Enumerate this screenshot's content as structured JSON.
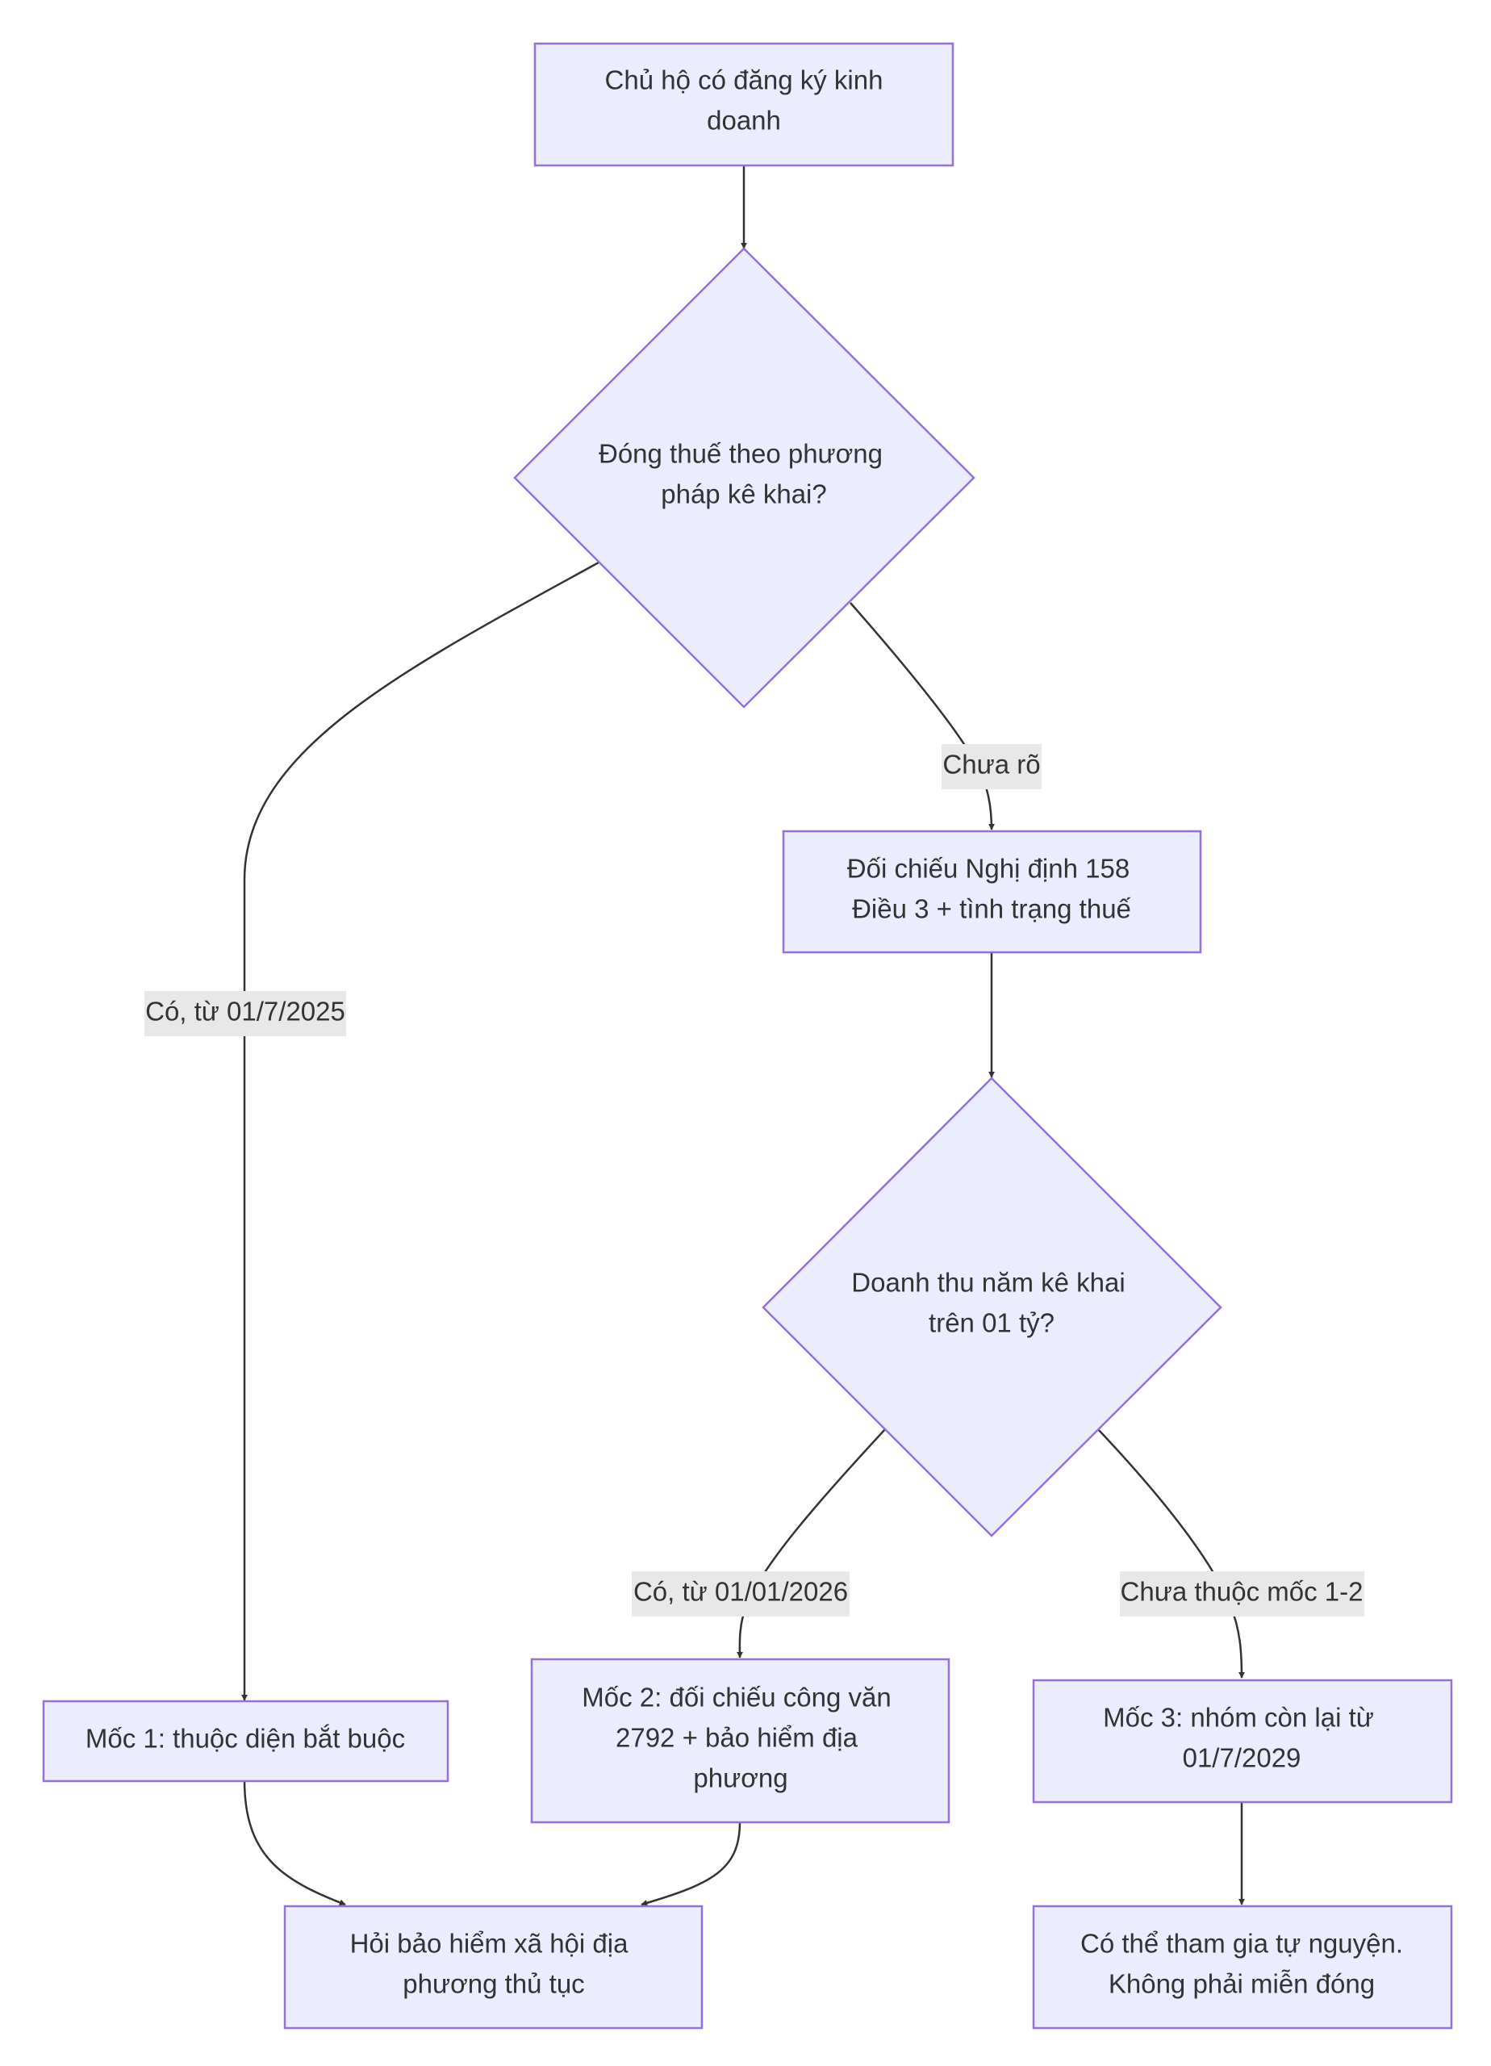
{
  "nodes": {
    "start": {
      "lines": [
        "Chủ hộ có đăng ký kinh",
        "doanh"
      ]
    },
    "q_tax_method": {
      "lines": [
        "Đóng thuế theo phương",
        "pháp kê khai?"
      ]
    },
    "compare_decree": {
      "lines": [
        "Đối chiếu Nghị định 158",
        "Điều 3 + tình trạng thuế"
      ]
    },
    "q_revenue": {
      "lines": [
        "Doanh thu năm kê khai",
        "trên 01 tỷ?"
      ]
    },
    "milestone_1": {
      "lines": [
        "Mốc 1: thuộc diện bắt buộc"
      ]
    },
    "milestone_2": {
      "lines": [
        "Mốc 2: đối chiếu công văn",
        "2792 + bảo hiểm địa",
        "phương"
      ]
    },
    "milestone_3": {
      "lines": [
        "Mốc 3: nhóm còn lại từ",
        "01/7/2029"
      ]
    },
    "ask_insurance": {
      "lines": [
        "Hỏi bảo hiểm xã hội địa",
        "phương thủ tục"
      ]
    },
    "voluntary": {
      "lines": [
        "Có thể tham gia tự nguyện.",
        "Không phải miễn đóng"
      ]
    }
  },
  "edge_labels": {
    "unclear": "Chưa rõ",
    "yes_2025": "Có, từ 01/7/2025",
    "yes_2026": "Có, từ 01/01/2026",
    "not_1_2": "Chưa thuộc mốc 1-2"
  },
  "colors": {
    "node_fill": "#ECECFF",
    "node_stroke": "#9370DB",
    "edge": "#333333",
    "label_bg": "#E8E8E8",
    "text": "#333333"
  }
}
